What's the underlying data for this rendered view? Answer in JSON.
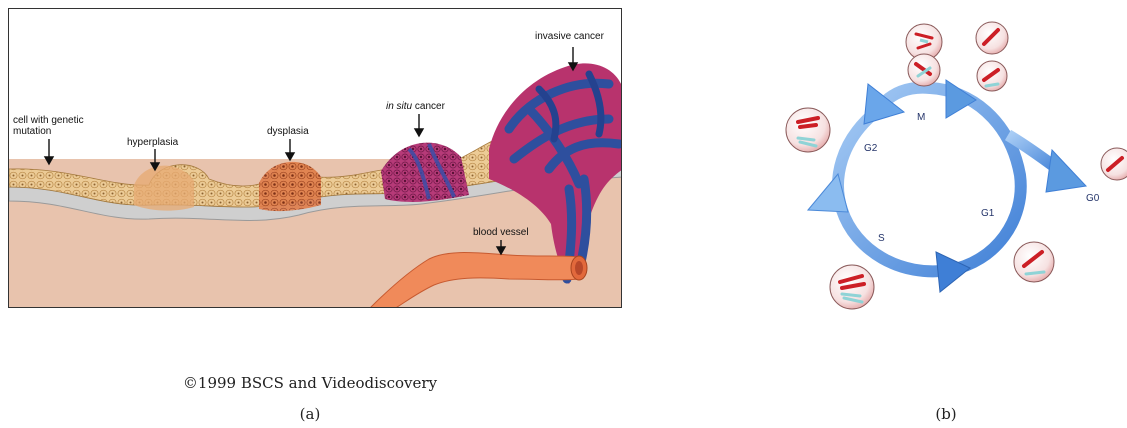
{
  "panel_a": {
    "labels": {
      "cell_mutation": "cell with genetic mutation",
      "hyperplasia": "hyperplasia",
      "dysplasia": "dysplasia",
      "in_situ_italic": "in situ",
      "in_situ_rest": " cancer",
      "invasive": "invasive cancer",
      "blood_vessel": "blood vessel"
    },
    "copyright": "©1999 BSCS and Videodiscovery",
    "caption": "(a)"
  },
  "panel_b": {
    "phases": {
      "m": "M",
      "g2": "G2",
      "s": "S",
      "g1": "G1",
      "g0": "G0"
    },
    "caption": "(b)"
  },
  "colors": {
    "tissue": "#e8c3ad",
    "epithelium": "#e9c58f",
    "membrane": "#c9c9c9",
    "dysplasia": "#d9703f",
    "in_situ": "#b5336f",
    "invasive": "#2e4f9e",
    "vessel": "#f08a5a",
    "cycle_arrow": "#5b9ae0",
    "chromosome_red": "#cc1f26",
    "chromosome_teal": "#8fd3d6"
  }
}
